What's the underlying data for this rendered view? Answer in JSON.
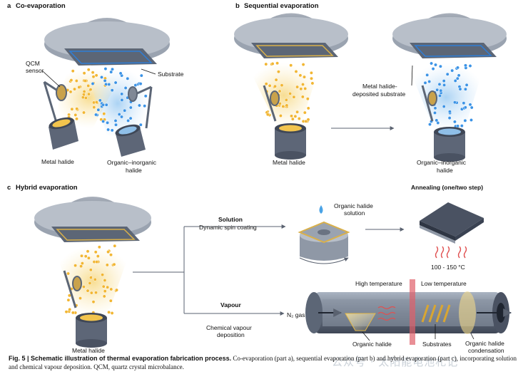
{
  "panel_a": {
    "letter": "a",
    "title": "Co-evaporation",
    "qcm_line1": "QCM",
    "qcm_line2": "sensor",
    "substrate": "Substrate",
    "metal_halide": "Metal halide",
    "org_line1": "Organic–inorganic",
    "org_line2": "halide"
  },
  "panel_b": {
    "letter": "b",
    "title": "Sequential evaporation",
    "metal_halide": "Metal halide",
    "deposited_line1": "Metal halide-",
    "deposited_line2": "deposited substrate",
    "org_line1": "Organic–inorganic",
    "org_line2": "halide"
  },
  "panel_c": {
    "letter": "c",
    "title": "Hybrid evaporation",
    "metal_halide": "Metal halide",
    "solution": "Solution",
    "spin": "Dynamic spin coating",
    "oh_line1": "Organic halide",
    "oh_line2": "solution",
    "annealing": "Annealing (one/two step)",
    "temp_range": "100 - 150 °C",
    "vapour": "Vapour",
    "cvd_line1": "Chemical vapour",
    "cvd_line2": "deposition",
    "high_temp": "High temperature",
    "low_temp": "Low temperature",
    "n2_gas": "N₂ gas",
    "organic_halide": "Organic halide",
    "substrates": "Substrates",
    "cond_line1": "Organic halide",
    "cond_line2": "condensation"
  },
  "caption": {
    "bold": "Fig. 5 | Schematic illustration of thermal evaporation fabrication process.",
    "text": " Co-evaporation (part a), sequential evaporation (part b) and hybrid evaporation (part c), incorporating solution and chemical vapour deposition. QCM, quartz crystal microbalance."
  },
  "watermark": "公众号 · 太阳能电池札记",
  "colors": {
    "metal_particle": "#f2b632",
    "organic_particle": "#3b93e6",
    "chamber": "#8f98a6",
    "chamber_dark": "#5f6978",
    "heater_red": "#e0606a",
    "glow_yellow": "#f7dc8a",
    "glow_blue": "#a9d3f5"
  }
}
